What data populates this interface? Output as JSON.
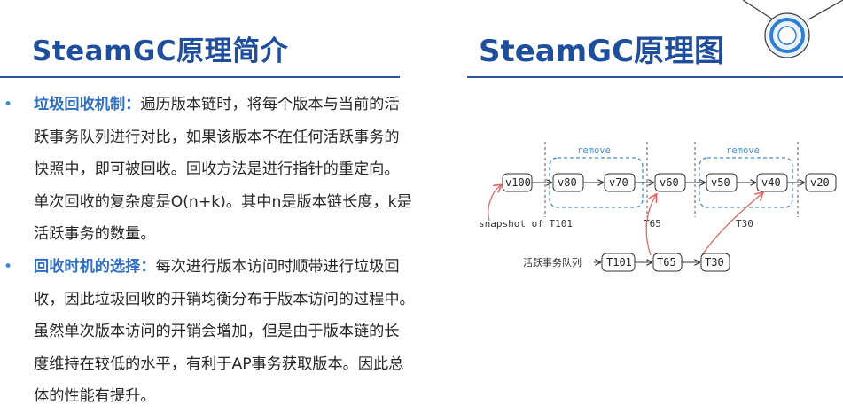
{
  "left": {
    "title": "SteamGC原理简介",
    "bullets": [
      {
        "keyword": "垃圾回收机制：",
        "lines": [
          "遍历版本链时，将每个版本与当前的活",
          "跃事务队列进行对比，如果该版本不在任何活跃事务的",
          "快照中，即可被回收。回收方法是进行指针的重定向。",
          "单次回收的复杂度是O(n+k)。其中n是版本链长度，k是",
          "活跃事务的数量。"
        ]
      },
      {
        "keyword": "回收时机的选择：",
        "lines": [
          "每次进行版本访问时顺带进行垃圾回",
          "收，因此垃圾回收的开销均衡分布于版本访问的过程中。",
          "虽然单次版本访问的开销会增加，但是由于版本链的长",
          "度维持在较低的水平，有利于AP事务获取版本。因此总",
          "体的性能有提升。"
        ]
      }
    ]
  },
  "right": {
    "title": "SteamGC原理图"
  },
  "diagram": {
    "version_chain": [
      "v100",
      "v80",
      "v70",
      "v60",
      "v50",
      "v40",
      "v20"
    ],
    "remove_label": "remove",
    "snapshot_label": "snapshot of T101",
    "txn_labels": [
      "T65",
      "T30"
    ],
    "queue_label": "活跃事务队列",
    "queue": [
      "T101",
      "T65",
      "T30"
    ]
  },
  "colors": {
    "title": "#1f4e9c",
    "keyword": "#2f6fc4",
    "bullet": "#3b86d6",
    "remove_box": "#4a8fc7",
    "snapshot_arrow": "#e06a6a",
    "deco_circle": "#2e7fd4"
  }
}
